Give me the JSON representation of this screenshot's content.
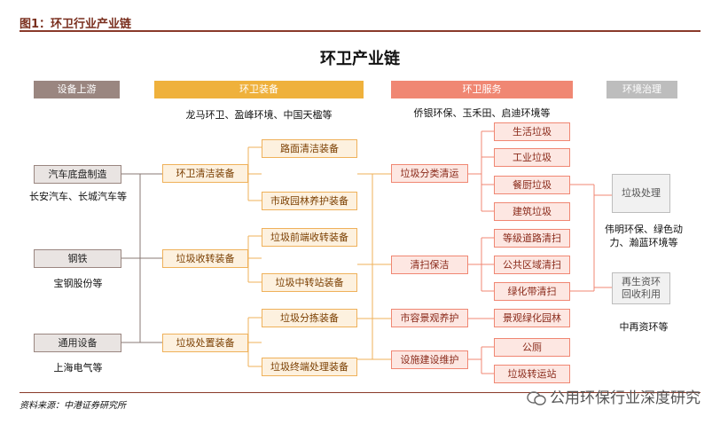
{
  "figure_title": "图1：环卫行业产业链",
  "title": "环卫产业链",
  "categories": {
    "upstream": {
      "label": "设备上游",
      "color": "#9a8680"
    },
    "equipment": {
      "label": "环卫装备",
      "color": "#efb13c"
    },
    "service": {
      "label": "环卫服务",
      "color": "#f08773"
    },
    "governance": {
      "label": "环境治理",
      "color": "#bdbdbd"
    }
  },
  "companies": {
    "equipment": "龙马环卫、盈峰环境、中国天楹等",
    "service": "侨银环保、玉禾田、启迪环境等",
    "chassis": "长安汽车、长城汽车等",
    "steel": "宝钢股份等",
    "general": "上海电气等",
    "waste_treatment": "伟明环保、绿色动力、瀚蓝环境等",
    "recycle": "中再资环等"
  },
  "upstream_boxes": {
    "chassis": "汽车底盘制造",
    "steel": "钢铁",
    "general": "通用设备"
  },
  "equipment_boxes": {
    "clean": "环卫清洁装备",
    "collect": "垃圾收转装备",
    "dispose": "垃圾处置装备",
    "road": "路面清洁装备",
    "municipal": "市政园林养护装备",
    "front_collect": "垃圾前端收转装备",
    "transfer_station": "垃圾中转站装备",
    "sorting": "垃圾分拣装备",
    "terminal": "垃圾终端处理装备"
  },
  "service_boxes": {
    "classify": "垃圾分类清运",
    "sweep": "清扫保洁",
    "landscape": "市容景观养护",
    "facility": "设施建设维护",
    "domestic": "生活垃圾",
    "industrial": "工业垃圾",
    "kitchen": "餐厨垃圾",
    "construction": "建筑垃圾",
    "road_clean": "等级道路清扫",
    "public_clean": "公共区域清扫",
    "green_clean": "绿化带清扫",
    "greening": "景观绿化园林",
    "toilet": "公厕",
    "transfer": "垃圾转运站"
  },
  "governance_boxes": {
    "waste_treatment": "垃圾处理",
    "recycle_line1": "再生资环",
    "recycle_line2": "回收利用"
  },
  "source": "资料来源：中港证券研究所",
  "watermark": "公用环保行业深度研究"
}
